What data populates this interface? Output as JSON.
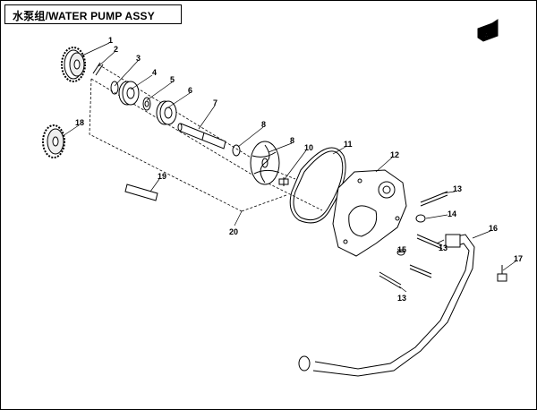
{
  "title": "水泵组/WATER PUMP ASSY",
  "front_badge": "FWD",
  "callouts": [
    "1",
    "2",
    "3",
    "4",
    "5",
    "6",
    "7",
    "8",
    "8",
    "10",
    "11",
    "12",
    "13",
    "14",
    "13",
    "16",
    "15",
    "13",
    "17",
    "18",
    "19",
    "20"
  ],
  "colors": {
    "line": "#000000",
    "background": "#ffffff"
  },
  "icons": [
    "front-direction-icon"
  ]
}
